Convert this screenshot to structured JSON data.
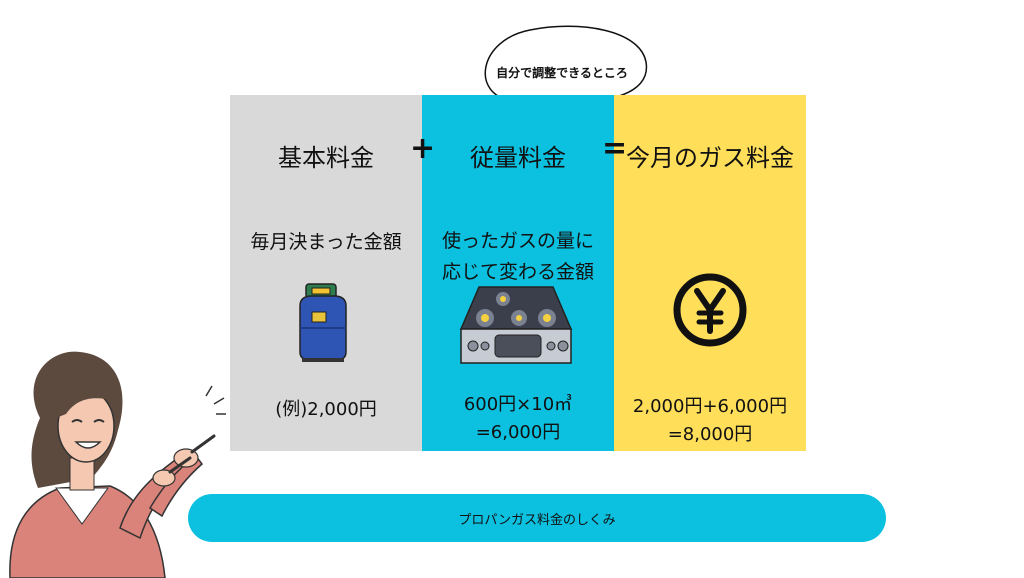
{
  "speech_bubble": {
    "text": "自分で調整できるところ"
  },
  "columns": {
    "basic": {
      "title": "基本料金",
      "description": "毎月決まった金額",
      "example": "(例)2,000円",
      "icon": "propane-tank-icon"
    },
    "usage": {
      "title": "従量料金",
      "description_line1": "使ったガスの量に",
      "description_line2": "応じて変わる金額",
      "example_line1": "600円×10㎥",
      "example_line2": "=6,000円",
      "icon": "gas-stove-icon"
    },
    "total": {
      "title": "今月のガス料金",
      "example_line1": "2,000円+6,000円",
      "example_line2": "=8,000円",
      "icon": "yen-icon"
    }
  },
  "operators": {
    "plus": "+",
    "equals": "="
  },
  "footer_bar": {
    "label": "プロパンガス料金のしくみ"
  },
  "illustration": {
    "icon": "woman-pointing-icon"
  },
  "colors": {
    "basic_bg": "#d9d9d9",
    "usage_bg": "#0cc0df",
    "total_bg": "#ffde59",
    "bar_bg": "#0cc0df"
  }
}
